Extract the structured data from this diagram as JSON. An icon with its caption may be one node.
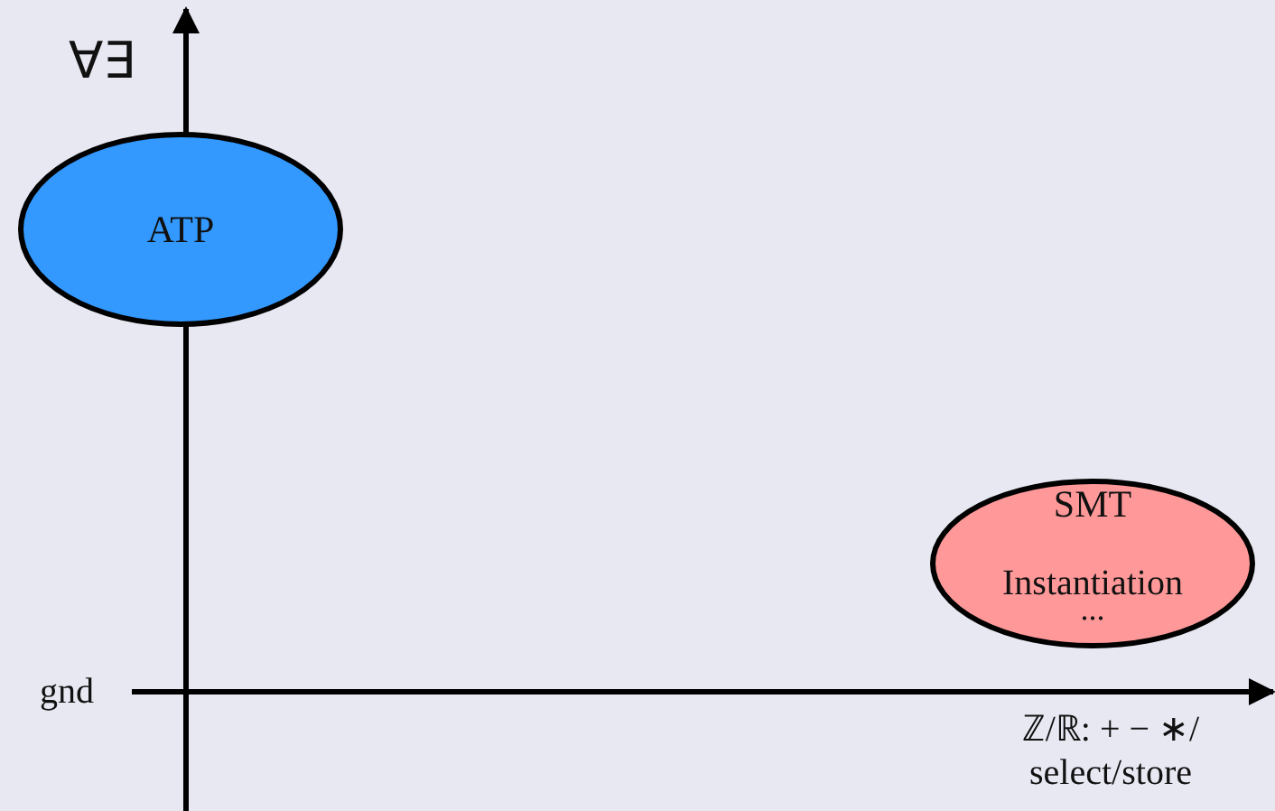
{
  "diagram": {
    "nodes": [
      {
        "text": [
          "ATP"
        ]
      },
      {
        "text": [
          "SMT",
          "Instantiation",
          "..."
        ]
      }
    ],
    "labels": [
      "∀∃",
      "gnd",
      "ℤ/ℝ: + − ∗/ select/store"
    ]
  }
}
